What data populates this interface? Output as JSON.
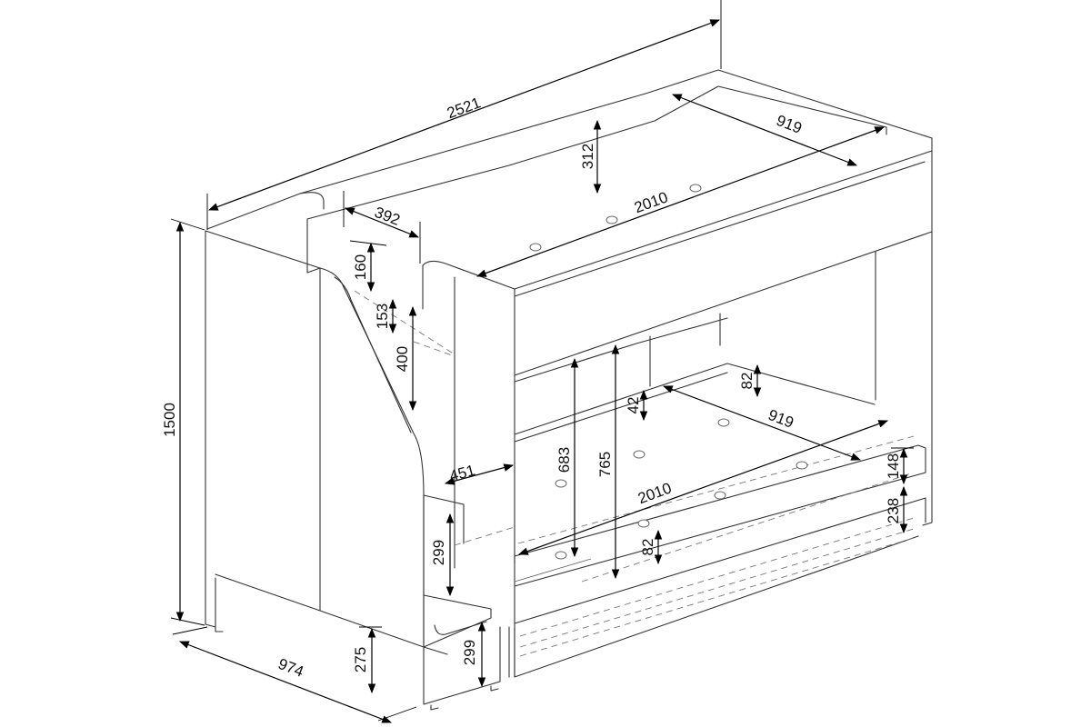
{
  "dimensions": {
    "d2521": "2521",
    "d919_top": "919",
    "d312": "312",
    "d2010_top": "2010",
    "d392": "392",
    "d160": "160",
    "d153": "153",
    "d400": "400",
    "d1500": "1500",
    "d451": "451",
    "d683": "683",
    "d765": "765",
    "d82_upper": "82",
    "d42": "42",
    "d919_low": "919",
    "d2010_low": "2010",
    "d148": "148",
    "d238": "238",
    "d82_lower": "82",
    "d299_step": "299",
    "d299_drawer": "299",
    "d275": "275",
    "d974": "974"
  },
  "colors": {
    "line": "#333333",
    "dimension": "#000000",
    "background": "#ffffff"
  }
}
